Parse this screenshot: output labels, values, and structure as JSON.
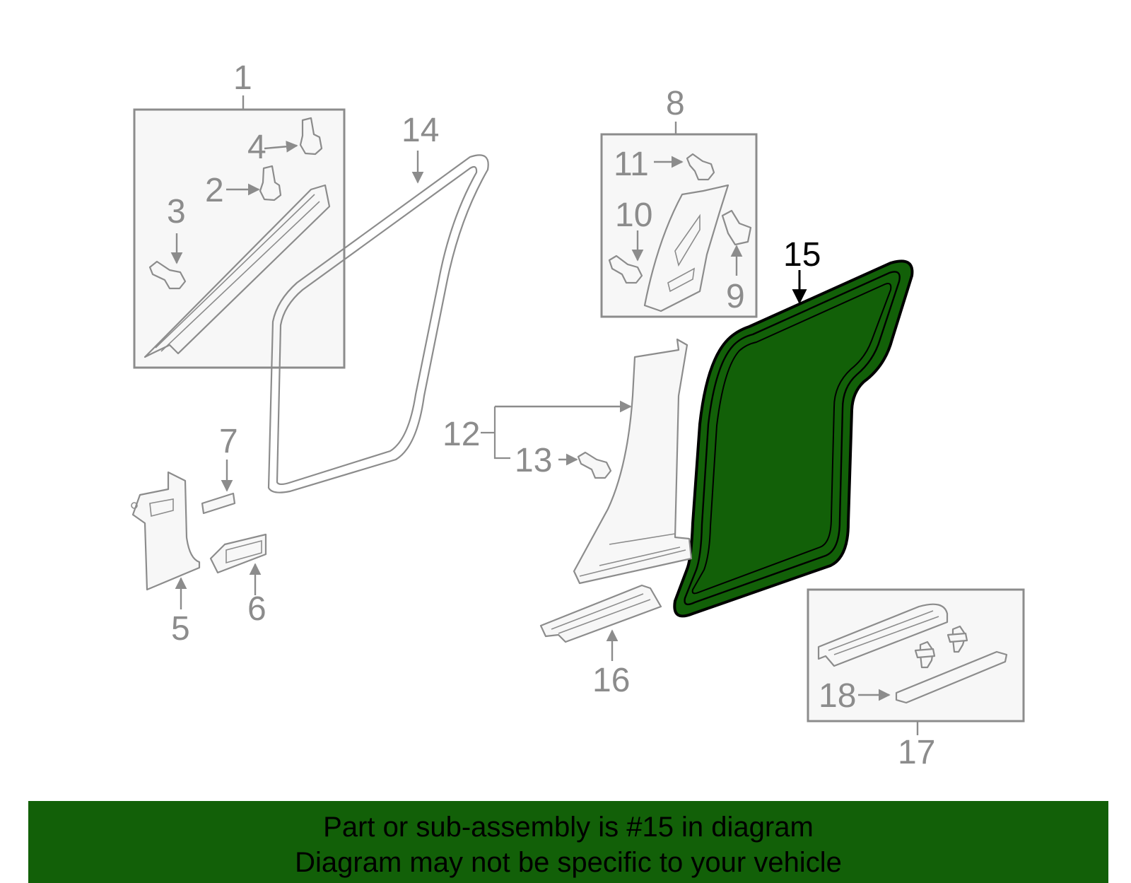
{
  "callouts": {
    "c1": "1",
    "c2": "2",
    "c3": "3",
    "c4": "4",
    "c5": "5",
    "c6": "6",
    "c7": "7",
    "c8": "8",
    "c9": "9",
    "c10": "10",
    "c11": "11",
    "c12": "12",
    "c13": "13",
    "c14": "14",
    "c15": "15",
    "c16": "16",
    "c17": "17",
    "c18": "18"
  },
  "highlight": {
    "part": "15",
    "fill_color": "#126008",
    "outline_color": "#000000"
  },
  "banner": {
    "line1": "Part or sub-assembly is #15 in diagram",
    "line2": "Diagram may not be specific to your vehicle",
    "background_color": "#126008"
  }
}
